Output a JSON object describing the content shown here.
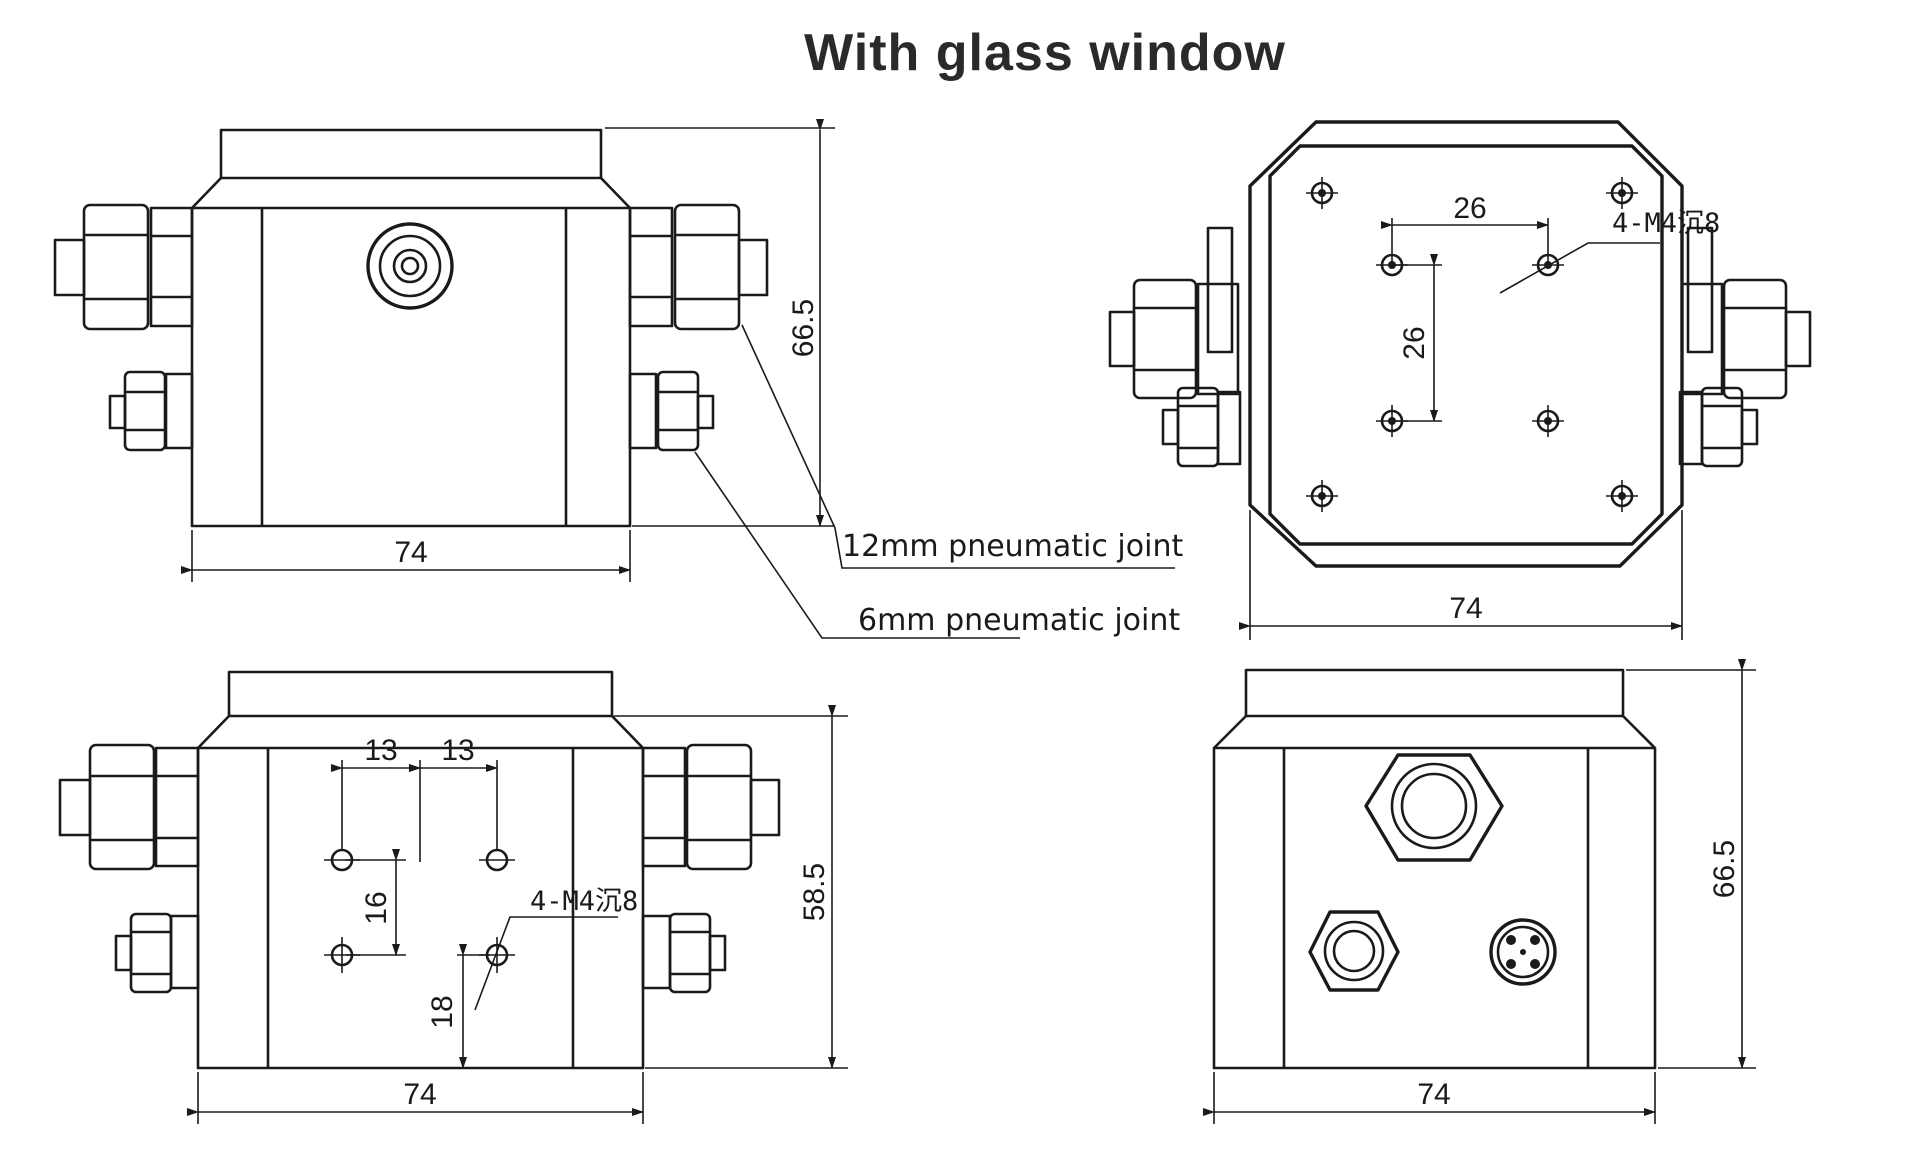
{
  "title": "With glass window",
  "callouts": {
    "joint_12mm": "12mm pneumatic joint",
    "joint_6mm": "6mm pneumatic joint"
  },
  "front_view": {
    "width_dim": "74",
    "height_dim": "66.5"
  },
  "top_view": {
    "width_dim": "74",
    "hole_spacing_x": "26",
    "hole_spacing_y": "26",
    "hole_note": "4-M4沉8"
  },
  "bottom_view": {
    "width_dim": "74",
    "height_dim": "58.5",
    "hole_spacing_1": "13",
    "hole_spacing_2": "13",
    "hole_spacing_v": "16",
    "hole_offset": "18",
    "hole_note": "4-M4沉8"
  },
  "side_view": {
    "width_dim": "74",
    "height_dim": "66.5"
  }
}
